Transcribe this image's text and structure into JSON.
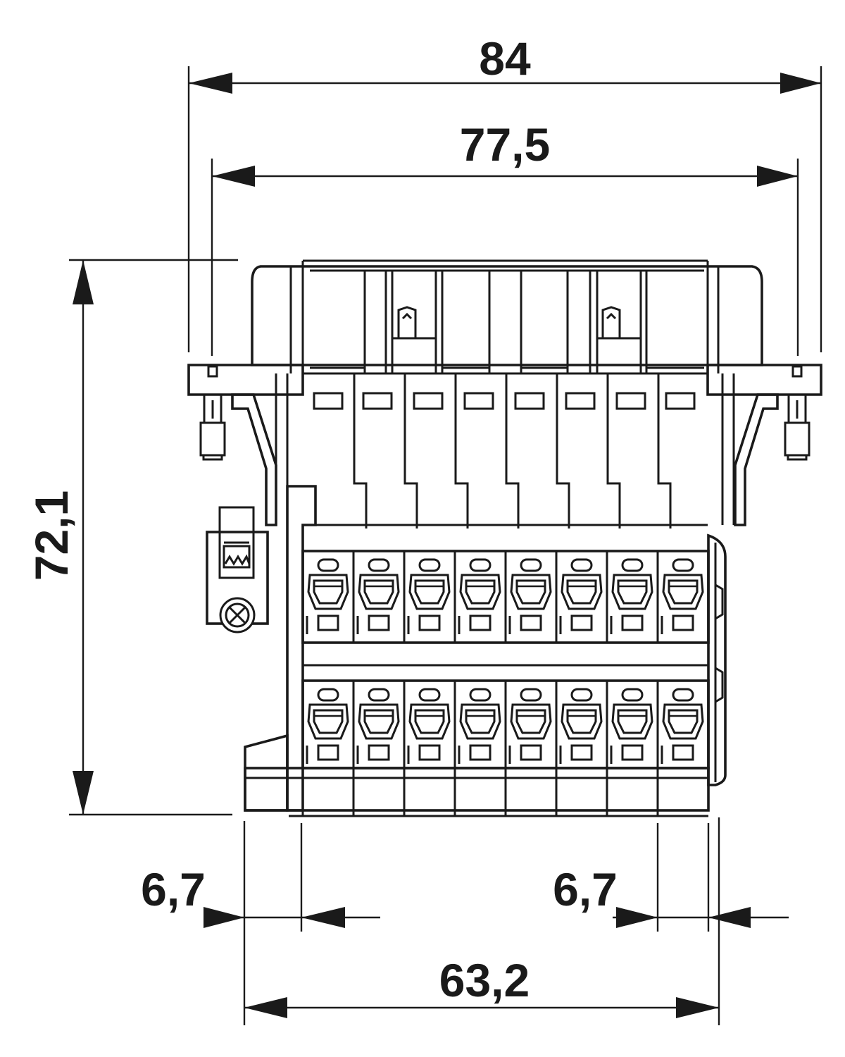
{
  "dimensions": {
    "overall_width": "84",
    "inner_width": "77,5",
    "height": "72,1",
    "left_offset": "6,7",
    "right_offset": "6,7",
    "base_width": "63,2"
  }
}
